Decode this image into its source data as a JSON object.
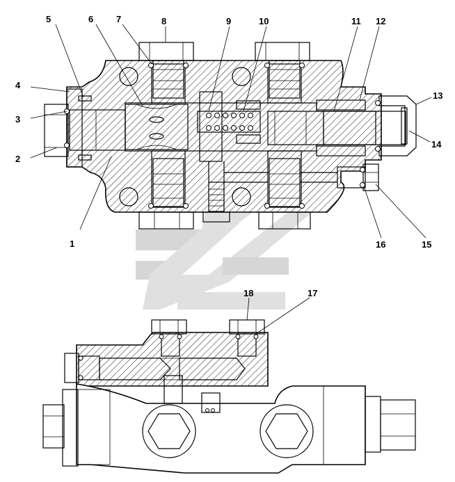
{
  "callouts": [
    "1",
    "2",
    "3",
    "4",
    "5",
    "6",
    "7",
    "8",
    "9",
    "10",
    "11",
    "12",
    "13",
    "14",
    "15",
    "16",
    "17",
    "18"
  ],
  "colors": {
    "line": "#000000",
    "hatch": "#000000",
    "background": "#ffffff",
    "watermark": "#b5b5b5"
  },
  "watermark": {
    "type": "logo",
    "shape": "stylized chevrons"
  }
}
